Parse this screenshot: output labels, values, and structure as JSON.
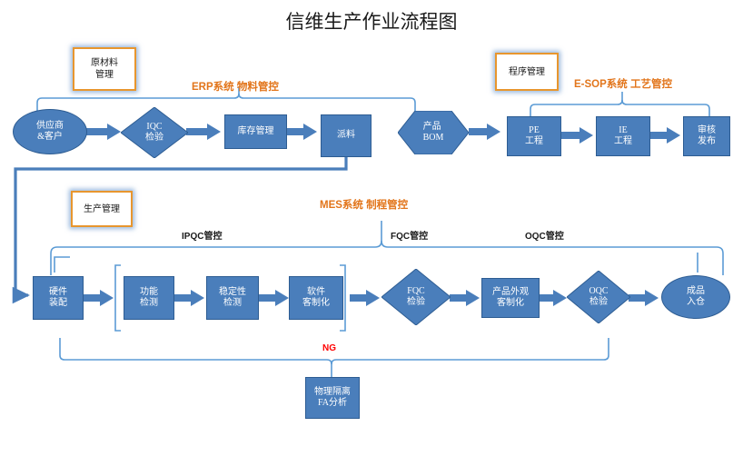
{
  "title": "信维生产作业流程图",
  "colors": {
    "node_fill": "#4a7ebb",
    "node_stroke": "#2d5c92",
    "label_border": "#e8962e",
    "system_label": "#e2751b",
    "connector": "#4a7ebb",
    "bracket": "#5b9bd5",
    "ng": "#ff0000"
  },
  "label_boxes": [
    {
      "name": "raw-material-management",
      "text": "原材料\n管理"
    },
    {
      "name": "program-management",
      "text": "程序管理"
    },
    {
      "name": "production-management",
      "text": "生产管理"
    }
  ],
  "system_labels": [
    {
      "name": "erp",
      "text": "ERP系统  物料管控"
    },
    {
      "name": "esop",
      "text": "E-SOP系统  工艺管控"
    },
    {
      "name": "mes",
      "text": "MES系统   制程管控"
    }
  ],
  "control_labels": [
    {
      "name": "ipqc",
      "text": "IPQC管控"
    },
    {
      "name": "fqc",
      "text": "FQC管控"
    },
    {
      "name": "oqc",
      "text": "OQC管控"
    }
  ],
  "ng_label": "NG",
  "row1": [
    {
      "name": "supplier-customer",
      "shape": "ellipse",
      "text": "供应商\n&客户"
    },
    {
      "name": "iqc-inspection",
      "shape": "diamond",
      "text": "IQC\n检验"
    },
    {
      "name": "inventory-management",
      "shape": "rect",
      "text": "库存管理"
    },
    {
      "name": "material-dispatch",
      "shape": "rect",
      "text": "派料"
    },
    {
      "name": "product-bom",
      "shape": "hexagon",
      "text": "产品\nBOM"
    },
    {
      "name": "pe-engineering",
      "shape": "rect",
      "text": "PE\n工程"
    },
    {
      "name": "ie-engineering",
      "shape": "rect",
      "text": "IE\n工程"
    },
    {
      "name": "review-release",
      "shape": "rect",
      "text": "审核\n发布"
    }
  ],
  "row2": [
    {
      "name": "hardware-assembly",
      "shape": "rect",
      "text": "硬件\n装配"
    },
    {
      "name": "function-test",
      "shape": "rect",
      "text": "功能\n检测"
    },
    {
      "name": "stability-test",
      "shape": "rect",
      "text": "稳定性\n检测"
    },
    {
      "name": "software-customization",
      "shape": "rect",
      "text": "软件\n客制化"
    },
    {
      "name": "fqc-inspection",
      "shape": "diamond",
      "text": "FQC\n检验"
    },
    {
      "name": "appearance-customization",
      "shape": "rect",
      "text": "产品外观\n客制化"
    },
    {
      "name": "oqc-inspection",
      "shape": "diamond",
      "text": "OQC\n检验"
    },
    {
      "name": "finished-goods-warehouse",
      "shape": "ellipse",
      "text": "成品\n入仓"
    }
  ],
  "row3": [
    {
      "name": "physical-isolation-fa",
      "shape": "rect",
      "text": "物理隔离\nFA分析"
    }
  ]
}
